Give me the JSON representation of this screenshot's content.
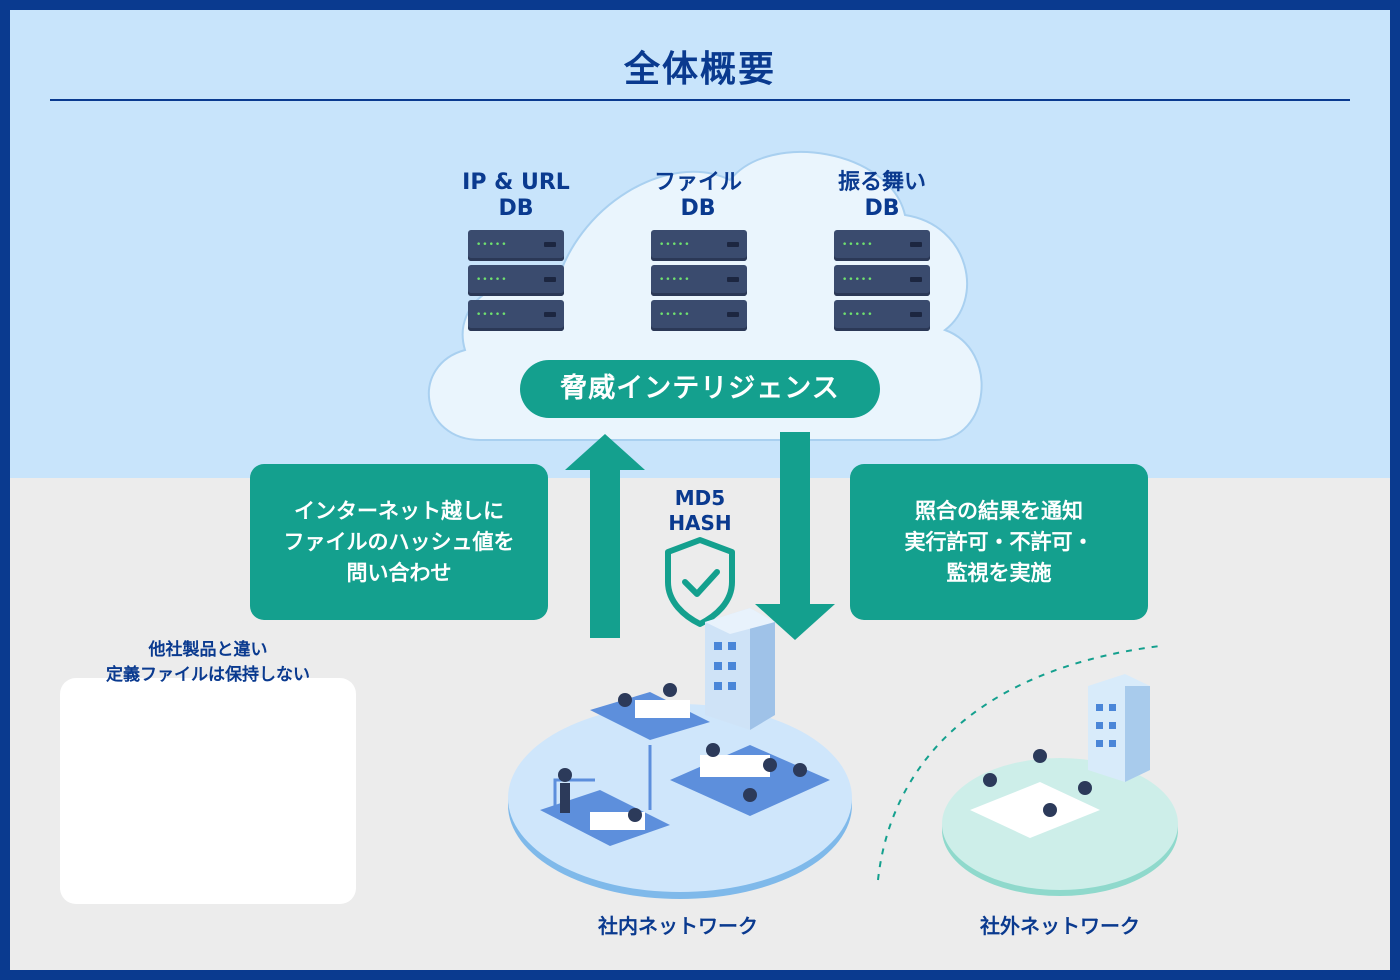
{
  "title": "全体概要",
  "databases": [
    {
      "line1": "IP & URL",
      "line2": "DB"
    },
    {
      "line1": "ファイル",
      "line2": "DB"
    },
    {
      "line1": "振る舞い",
      "line2": "DB"
    }
  ],
  "intelligence_label": "脅威インテリジェンス",
  "query_box": "インターネット越しに\nファイルのハッシュ値を\n問い合わせ",
  "result_box": "照合の結果を通知\n実行許可・不許可・\n監視を実施",
  "hash_label": "MD5\nHASH",
  "no_definition_note": "他社製品と違い\n定義ファイルは保持しない",
  "internal_network_label": "社内ネットワーク",
  "external_network_label": "社外ネットワーク",
  "colors": {
    "navy": "#0a3a8f",
    "teal": "#14a08e",
    "sky": "#c8e4fb",
    "ground": "#ececec",
    "prohibit_red": "#e04848"
  },
  "icons": [
    "server-icon",
    "cloud-icon",
    "shield-check-icon",
    "up-arrow-icon",
    "down-arrow-icon",
    "prohibited-computer-icon",
    "office-building-icon"
  ]
}
